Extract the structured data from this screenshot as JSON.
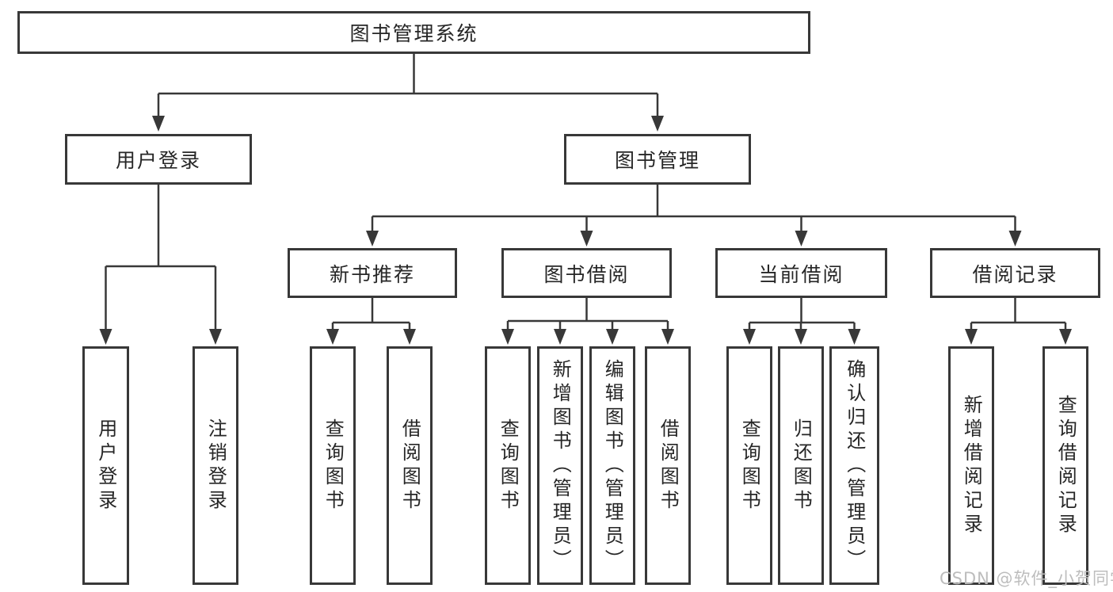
{
  "diagram_title": "图书管理系统",
  "tree": {
    "root": {
      "label": "图书管理系统"
    },
    "branches": [
      {
        "label": "用户登录",
        "children": [
          {
            "label": "用户登录"
          },
          {
            "label": "注销登录"
          }
        ]
      },
      {
        "label": "图书管理",
        "children": [
          {
            "label": "新书推荐",
            "children": [
              {
                "label": "查询图书"
              },
              {
                "label": "借阅图书"
              }
            ]
          },
          {
            "label": "图书借阅",
            "children": [
              {
                "label": "查询图书"
              },
              {
                "label": "新增图书（管理员）"
              },
              {
                "label": "编辑图书（管理员）"
              },
              {
                "label": "借阅图书"
              }
            ]
          },
          {
            "label": "当前借阅",
            "children": [
              {
                "label": "查询图书"
              },
              {
                "label": "归还图书"
              },
              {
                "label": "确认归还（管理员）"
              }
            ]
          },
          {
            "label": "借阅记录",
            "children": [
              {
                "label": "新增借阅记录"
              },
              {
                "label": "查询借阅记录"
              }
            ]
          }
        ]
      }
    ]
  },
  "watermark": {
    "text": "CSDN @软件_小贺同学"
  },
  "colors": {
    "line": "#383838",
    "text": "#262626",
    "background": "#ffffff",
    "watermark": "#bdbdbd"
  }
}
